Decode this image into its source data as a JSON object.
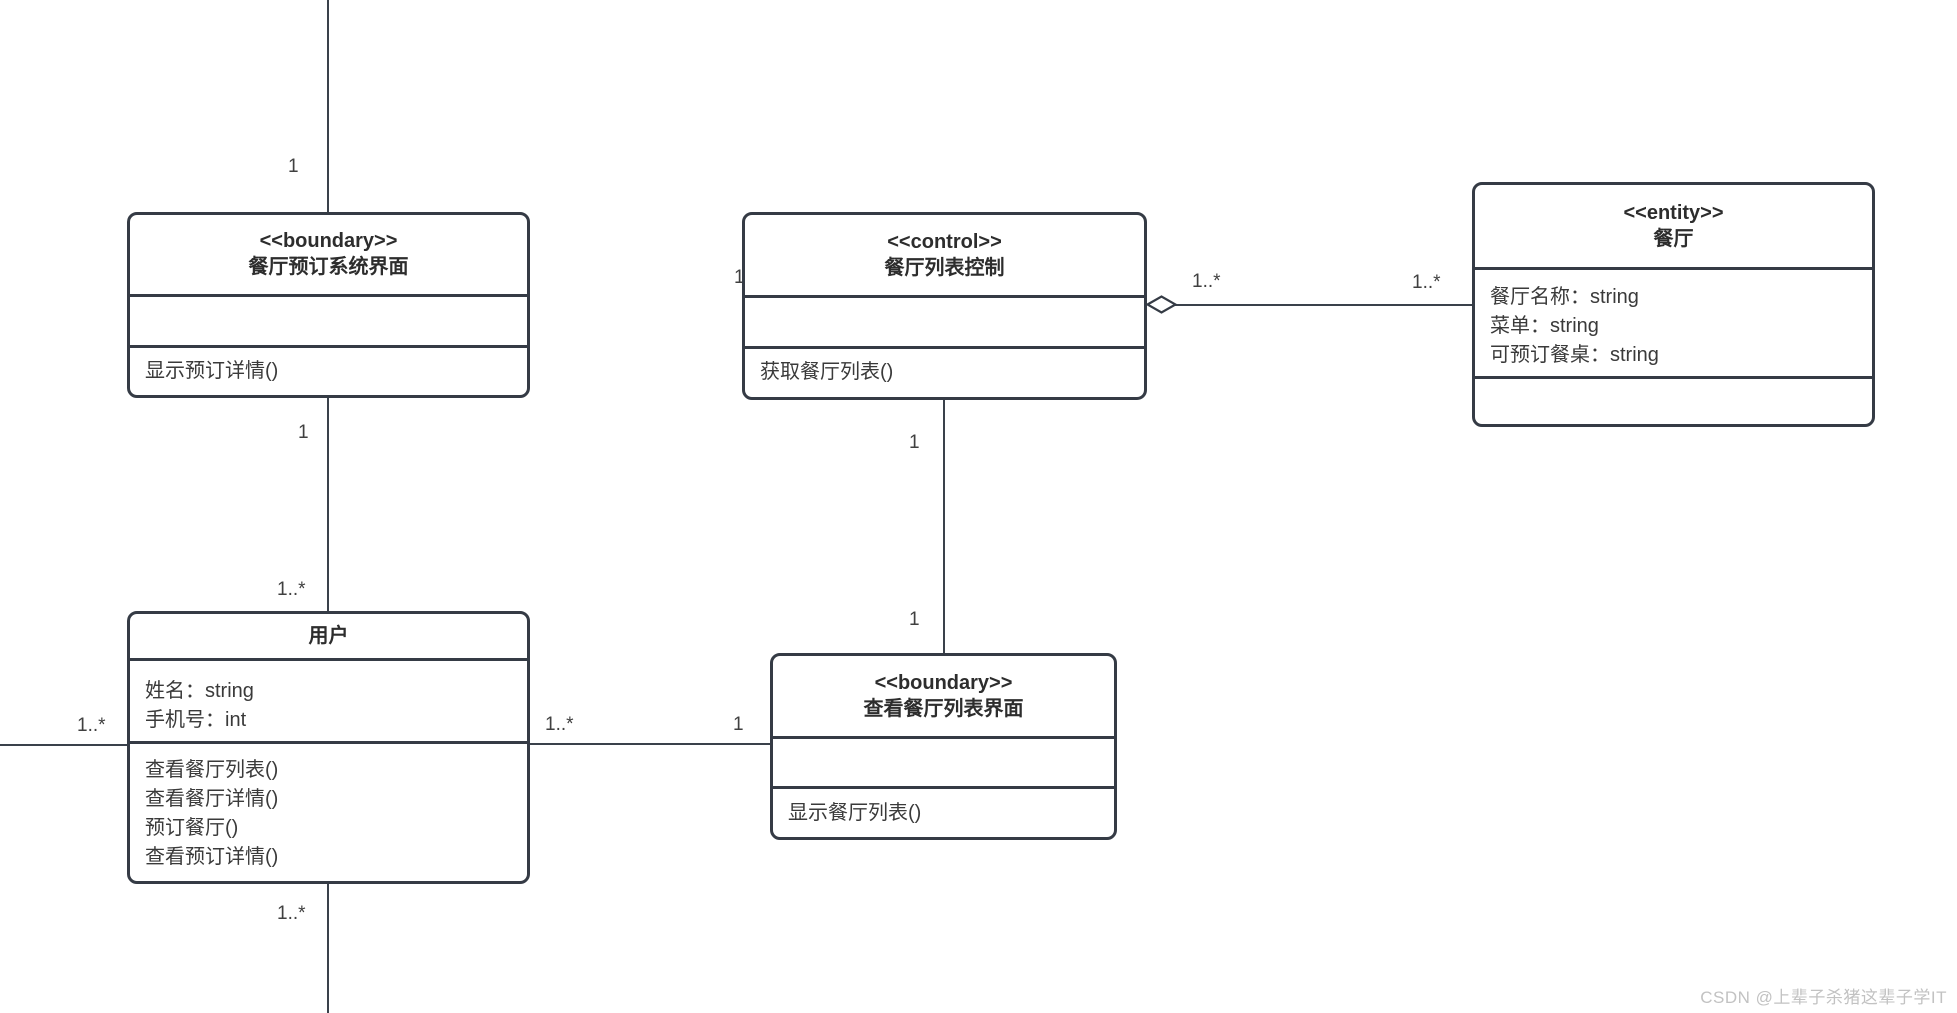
{
  "diagram": {
    "classes": [
      {
        "stereotype": "<<boundary>>",
        "name": "餐厅预订系统界面",
        "attributes": [],
        "methods": [
          "显示预订详情()"
        ]
      },
      {
        "stereotype": "<<control>>",
        "name": "餐厅列表控制",
        "attributes": [],
        "methods": [
          "获取餐厅列表()"
        ]
      },
      {
        "stereotype": "<<entity>>",
        "name": "餐厅",
        "attributes": [
          "餐厅名称：string",
          "菜单：string",
          "可预订餐桌：string"
        ],
        "methods": []
      },
      {
        "stereotype": "",
        "name": "用户",
        "attributes": [
          "姓名：string",
          "手机号：int"
        ],
        "methods": [
          "查看餐厅列表()",
          "查看餐厅详情()",
          "预订餐厅()",
          "查看预订详情()"
        ]
      },
      {
        "stereotype": "<<boundary>>",
        "name": "查看餐厅列表界面",
        "attributes": [],
        "methods": [
          "显示餐厅列表()"
        ]
      }
    ],
    "labels": [
      {
        "text": "1"
      },
      {
        "text": "1"
      },
      {
        "text": "1..*"
      },
      {
        "text": "1"
      },
      {
        "text": "1"
      },
      {
        "text": "1..*"
      },
      {
        "text": "1..*"
      },
      {
        "text": "1"
      },
      {
        "text": "1..*"
      },
      {
        "text": "1..*"
      },
      {
        "text": "1..*"
      },
      {
        "text": "1"
      }
    ],
    "colors": {
      "line": "#3a414b",
      "border": "#353b45",
      "text": "#3a3a3a",
      "watermark": "#c2c2c2"
    },
    "watermark": "CSDN @上辈子杀猪这辈子学IT"
  }
}
